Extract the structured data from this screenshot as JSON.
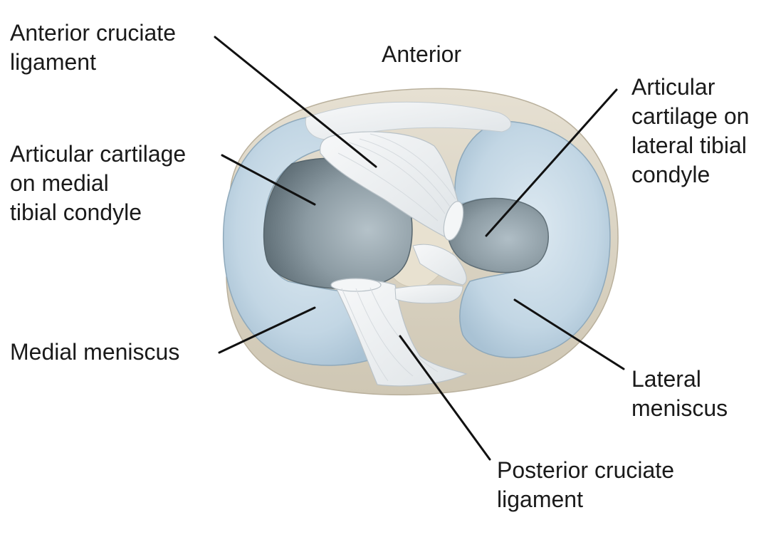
{
  "labels": {
    "anterior": "Anterior",
    "acl": [
      "Anterior cruciate",
      "ligament"
    ],
    "medial_cartilage": [
      "Articular cartilage",
      "on medial",
      "tibial condyle"
    ],
    "lateral_cartilage": [
      "Articular",
      "cartilage on",
      "lateral tibial",
      "condyle"
    ],
    "medial_meniscus": "Medial meniscus",
    "lateral_meniscus": [
      "Lateral",
      "meniscus"
    ],
    "pcl": [
      "Posterior cruciate",
      "ligament"
    ]
  },
  "colors": {
    "bone_tan": "#d9d2c1",
    "meniscus_blue": "#c4d8e6",
    "cartilage_gray": "#8a9aa3",
    "ligament_white": "#eef0f1",
    "leader_line": "#111111",
    "text": "#1a1a1a"
  }
}
